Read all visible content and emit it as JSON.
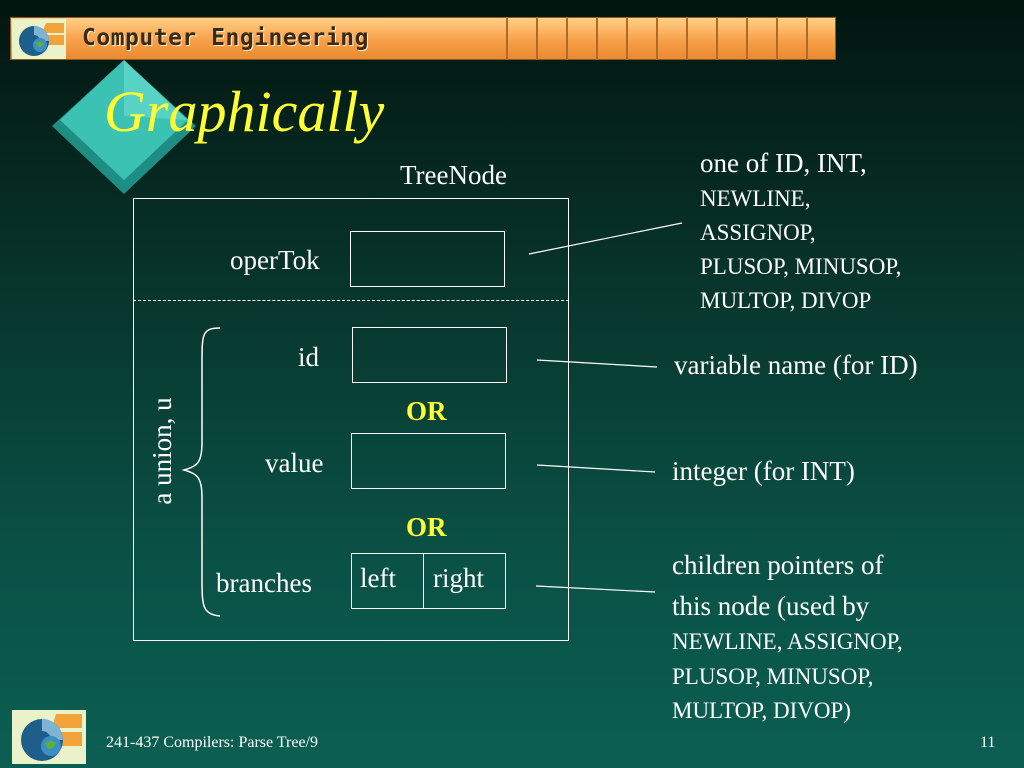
{
  "header": {
    "banner_title": "Computer Engineering"
  },
  "slide": {
    "title": "Graphically",
    "struct_name": "TreeNode",
    "fields": {
      "operTok": "operTok",
      "id": "id",
      "or_1": "OR",
      "value": "value",
      "or_2": "OR",
      "branches": "branches",
      "left": "left",
      "right": "right"
    },
    "union_label": "a union, u",
    "notes": {
      "opertok_line1": "one of ID, INT,",
      "opertok_line2": "NEWLINE,",
      "opertok_line3": "ASSIGNOP,",
      "opertok_line4": "PLUSOP, MINUSOP,",
      "opertok_line5": "MULTOP, DIVOP",
      "id": "variable name (for ID)",
      "value": "integer (for INT)",
      "branches_line1": "children pointers of",
      "branches_line2": "this node (used by",
      "branches_line3": "NEWLINE, ASSIGNOP,",
      "branches_line4": "PLUSOP, MINUSOP,",
      "branches_line5": "MULTOP, DIVOP)"
    }
  },
  "footer": {
    "course": "241-437 Compilers: Parse Tree/9",
    "page_number": "11"
  },
  "colors": {
    "title": "#ffff33",
    "or_text": "#ffff33",
    "banner": "#f7a04a",
    "diamond": "#2fb3a6"
  }
}
